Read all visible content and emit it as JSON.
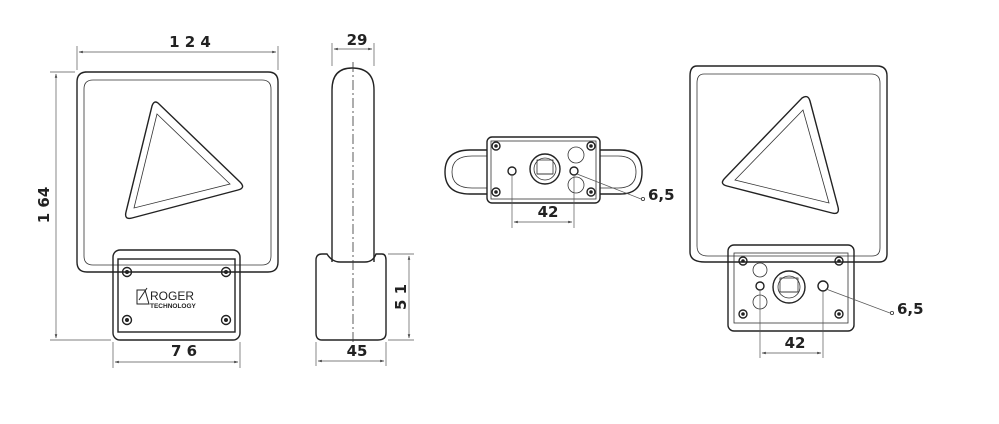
{
  "front_view": {
    "width_label": "1 2 4",
    "height_label": "1 64",
    "base_width_label": "7 6",
    "logo_brand": "ROGER",
    "logo_sub": "TECHNOLOGY"
  },
  "side_view": {
    "depth_label": "29",
    "base_depth_label": "45",
    "base_height_label": "5 1"
  },
  "bottom_view": {
    "hole_spacing_label": "42",
    "hole_diameter_label": "6,5"
  },
  "back_view": {
    "hole_spacing_label": "42",
    "hole_diameter_label": "6,5"
  }
}
